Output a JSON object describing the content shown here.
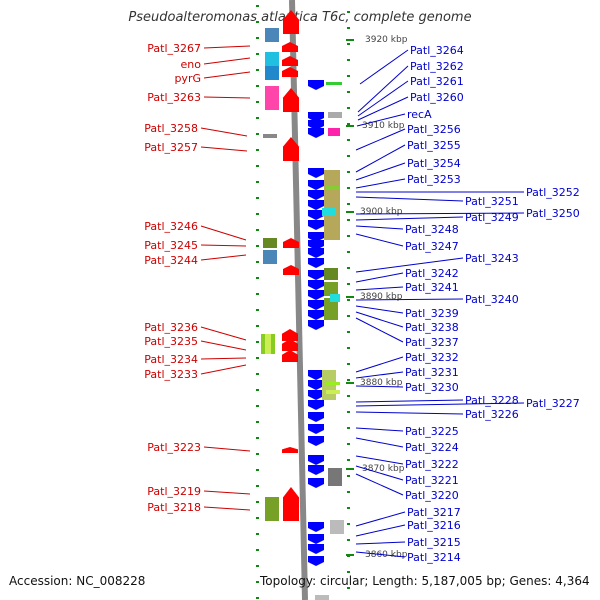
{
  "title": "Pseudoalteromonas atlantica T6c, complete genome",
  "footer": {
    "accession": "Accession: NC_008228",
    "topology": "Topology: circular; Length: 5,187,005 bp; Genes: 4,364"
  },
  "colors": {
    "left_label": "#cc0000",
    "right_label": "#0000cc",
    "forward_gene": "#ff0000",
    "reverse_gene": "#0000ff",
    "axis": "#888888",
    "tick": "#118811",
    "scale_text": "#444444"
  },
  "scale_labels": [
    "3920 kbp",
    "3910 kbp",
    "3900 kbp",
    "3890 kbp",
    "3880 kbp",
    "3870 kbp",
    "3860 kbp"
  ],
  "left_labels": [
    "Patl_3267",
    "eno",
    "pyrG",
    "Patl_3263",
    "Patl_3258",
    "Patl_3257",
    "Patl_3246",
    "Patl_3245",
    "Patl_3244",
    "Patl_3236",
    "Patl_3235",
    "Patl_3234",
    "Patl_3233",
    "Patl_3223",
    "Patl_3219",
    "Patl_3218"
  ],
  "right_labels": [
    "Patl_3264",
    "Patl_3262",
    "Patl_3261",
    "Patl_3260",
    "recA",
    "Patl_3256",
    "Patl_3255",
    "Patl_3254",
    "Patl_3253",
    "Patl_3252",
    "Patl_3251",
    "Patl_3250",
    "Patl_3249",
    "Patl_3248",
    "Patl_3247",
    "Patl_3243",
    "Patl_3242",
    "Patl_3241",
    "Patl_3240",
    "Patl_3239",
    "Patl_3238",
    "Patl_3237",
    "Patl_3232",
    "Patl_3231",
    "Patl_3230",
    "Patl_3228",
    "Patl_3227",
    "Patl_3226",
    "Patl_3225",
    "Patl_3224",
    "Patl_3222",
    "Patl_3221",
    "Patl_3220",
    "Patl_3217",
    "Patl_3216",
    "Patl_3215",
    "Patl_3214"
  ]
}
